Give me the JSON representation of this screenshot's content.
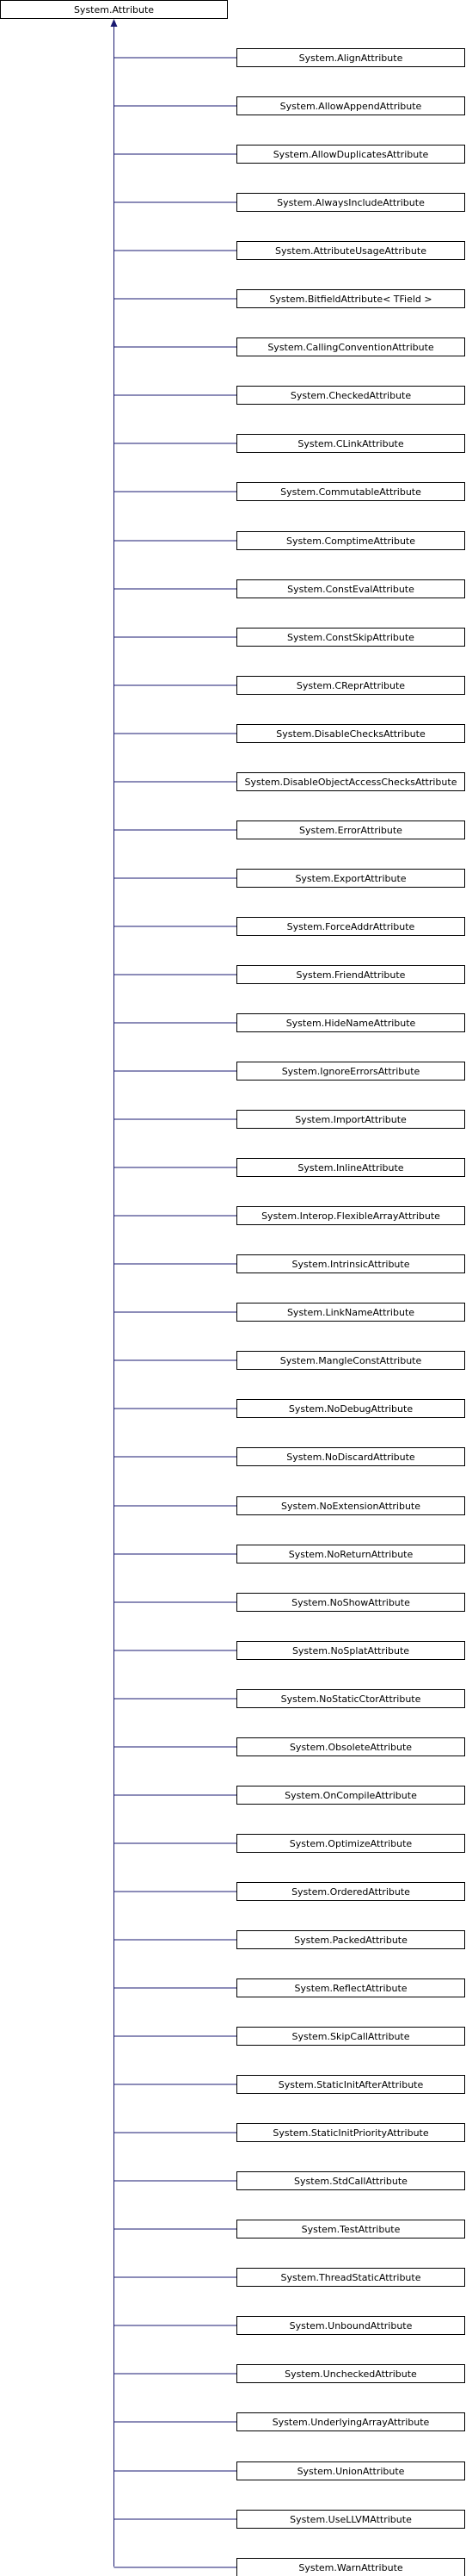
{
  "diagram": {
    "base_class": {
      "label": "System.Attribute"
    },
    "derived_classes": [
      {
        "label": "System.AlignAttribute"
      },
      {
        "label": "System.AllowAppendAttribute"
      },
      {
        "label": "System.AllowDuplicatesAttribute"
      },
      {
        "label": "System.AlwaysIncludeAttribute"
      },
      {
        "label": "System.AttributeUsageAttribute"
      },
      {
        "label": "System.BitfieldAttribute< TField >"
      },
      {
        "label": "System.CallingConventionAttribute"
      },
      {
        "label": "System.CheckedAttribute"
      },
      {
        "label": "System.CLinkAttribute"
      },
      {
        "label": "System.CommutableAttribute"
      },
      {
        "label": "System.ComptimeAttribute"
      },
      {
        "label": "System.ConstEvalAttribute"
      },
      {
        "label": "System.ConstSkipAttribute"
      },
      {
        "label": "System.CReprAttribute"
      },
      {
        "label": "System.DisableChecksAttribute"
      },
      {
        "label": "System.DisableObjectAccessChecksAttribute"
      },
      {
        "label": "System.ErrorAttribute"
      },
      {
        "label": "System.ExportAttribute"
      },
      {
        "label": "System.ForceAddrAttribute"
      },
      {
        "label": "System.FriendAttribute"
      },
      {
        "label": "System.HideNameAttribute"
      },
      {
        "label": "System.IgnoreErrorsAttribute"
      },
      {
        "label": "System.ImportAttribute"
      },
      {
        "label": "System.InlineAttribute"
      },
      {
        "label": "System.Interop.FlexibleArrayAttribute"
      },
      {
        "label": "System.IntrinsicAttribute"
      },
      {
        "label": "System.LinkNameAttribute"
      },
      {
        "label": "System.MangleConstAttribute"
      },
      {
        "label": "System.NoDebugAttribute"
      },
      {
        "label": "System.NoDiscardAttribute"
      },
      {
        "label": "System.NoExtensionAttribute"
      },
      {
        "label": "System.NoReturnAttribute"
      },
      {
        "label": "System.NoShowAttribute"
      },
      {
        "label": "System.NoSplatAttribute"
      },
      {
        "label": "System.NoStaticCtorAttribute"
      },
      {
        "label": "System.ObsoleteAttribute"
      },
      {
        "label": "System.OnCompileAttribute"
      },
      {
        "label": "System.OptimizeAttribute"
      },
      {
        "label": "System.OrderedAttribute"
      },
      {
        "label": "System.PackedAttribute"
      },
      {
        "label": "System.ReflectAttribute"
      },
      {
        "label": "System.SkipCallAttribute"
      },
      {
        "label": "System.StaticInitAfterAttribute"
      },
      {
        "label": "System.StaticInitPriorityAttribute"
      },
      {
        "label": "System.StdCallAttribute"
      },
      {
        "label": "System.TestAttribute"
      },
      {
        "label": "System.ThreadStaticAttribute"
      },
      {
        "label": "System.UnboundAttribute"
      },
      {
        "label": "System.UncheckedAttribute"
      },
      {
        "label": "System.UnderlyingArrayAttribute"
      },
      {
        "label": "System.UnionAttribute"
      },
      {
        "label": "System.UseLLVMAttribute"
      },
      {
        "label": "System.WarnAttribute"
      }
    ],
    "colors": {
      "edge": "#191970",
      "box_border": "#000000",
      "box_fill": "#ffffff",
      "text": "#000000"
    }
  }
}
